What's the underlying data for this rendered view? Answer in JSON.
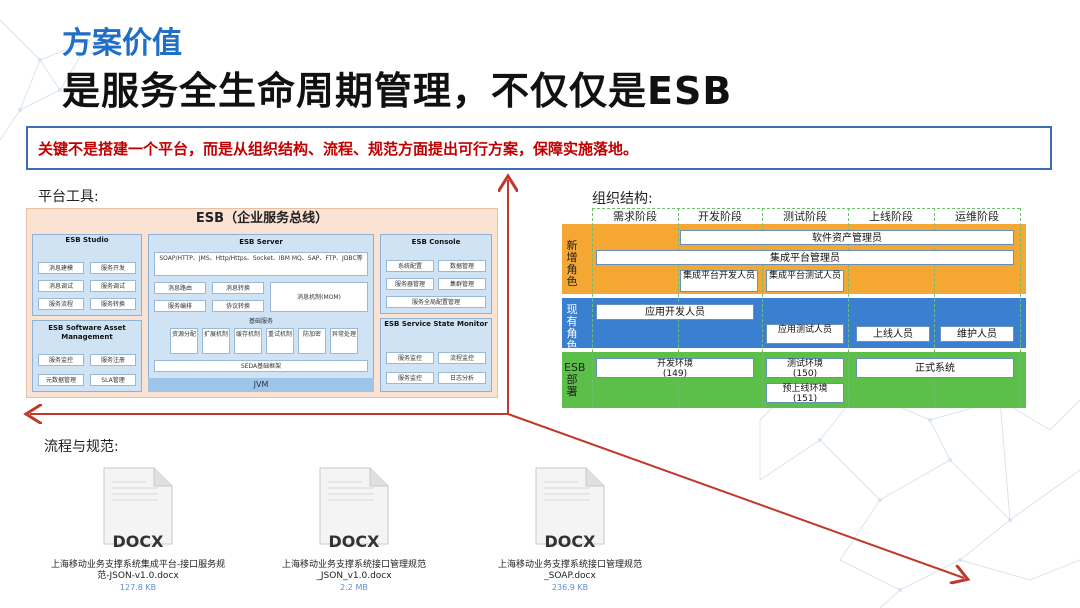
{
  "header": {
    "subtitle": "方案价值",
    "title": "是服务全生命周期管理，不仅仅是ESB"
  },
  "key_message": "关键不是搭建一个平台，而是从组织结构、流程、规范方面提出可行方案，保障实施落地。",
  "sections": {
    "platform": "平台工具:",
    "org": "组织结构:",
    "process": "流程与规范:"
  },
  "esb": {
    "title": "ESB（企业服务总线）",
    "studio": {
      "title": "ESB Studio",
      "cells": [
        "消息建模",
        "服务开发",
        "消息调试",
        "服务调试",
        "服务流程",
        "服务转换"
      ]
    },
    "sam": {
      "title": "ESB Software Asset Management",
      "cells": [
        "服务监控",
        "服务注册",
        "元数据管理",
        "SLA管理"
      ]
    },
    "server": {
      "title": "ESB Server",
      "protocols": "SOAP/HTTP、JMS、Http/Https、Socket、IBM MQ、SAP、FTP、JDBC等",
      "cells": [
        "消息路由",
        "消息转换",
        "服务编排",
        "协议转换",
        "消息机制(MOM)"
      ],
      "basic_title": "基础服务",
      "basic": [
        "资源分配",
        "扩展机制",
        "缓存机制",
        "重试机制",
        "防加密",
        "异常处理"
      ],
      "seda": "SEDA基础框架",
      "jvm": "JVM"
    },
    "console": {
      "title": "ESB Console",
      "cells": [
        "系统配置",
        "数据管理",
        "服务器管理",
        "集群管理",
        "服务全局配置管理"
      ]
    },
    "ssm": {
      "title": "ESB Service State Monitor",
      "cells": [
        "服务监控",
        "流程监控",
        "服务监控",
        "日志分析"
      ]
    }
  },
  "org": {
    "phases": [
      "需求阶段",
      "开发阶段",
      "测试阶段",
      "上线阶段",
      "运维阶段"
    ],
    "bands": [
      {
        "label": "新增角色",
        "color": "#f5a733"
      },
      {
        "label": "现有角色",
        "color": "#3b7fd0"
      },
      {
        "label": "ESB部署",
        "color": "#5cbf4a"
      }
    ],
    "roles": {
      "software_asset": "软件资产管理员",
      "integration_admin": "集成平台管理员",
      "int_dev": "集成平台开发人员",
      "int_test": "集成平台测试人员",
      "app_dev": "应用开发人员",
      "app_test": "应用测试人员",
      "online": "上线人员",
      "maint": "维护人员"
    },
    "envs": {
      "dev": "开发环境",
      "dev_num": "(149)",
      "test": "测试环境",
      "test_num": "(150)",
      "pre": "预上线环境",
      "pre_num": "(151)",
      "prod": "正式系统"
    }
  },
  "docs": [
    {
      "label": "DOCX",
      "name1": "上海移动业务支撑系统集成平台-接口服务规",
      "name2": "范-JSON-v1.0.docx",
      "size": "127.8 KB"
    },
    {
      "label": "DOCX",
      "name1": "上海移动业务支撑系统接口管理规范",
      "name2": "_JSON_v1.0.docx",
      "size": "2.2 MB"
    },
    {
      "label": "DOCX",
      "name1": "上海移动业务支撑系统接口管理规范",
      "name2": "_SOAP.docx",
      "size": "236.9 KB"
    }
  ],
  "colors": {
    "accent": "#1f6fc7",
    "arrow": "#c0392b",
    "keyred": "#c00000"
  }
}
